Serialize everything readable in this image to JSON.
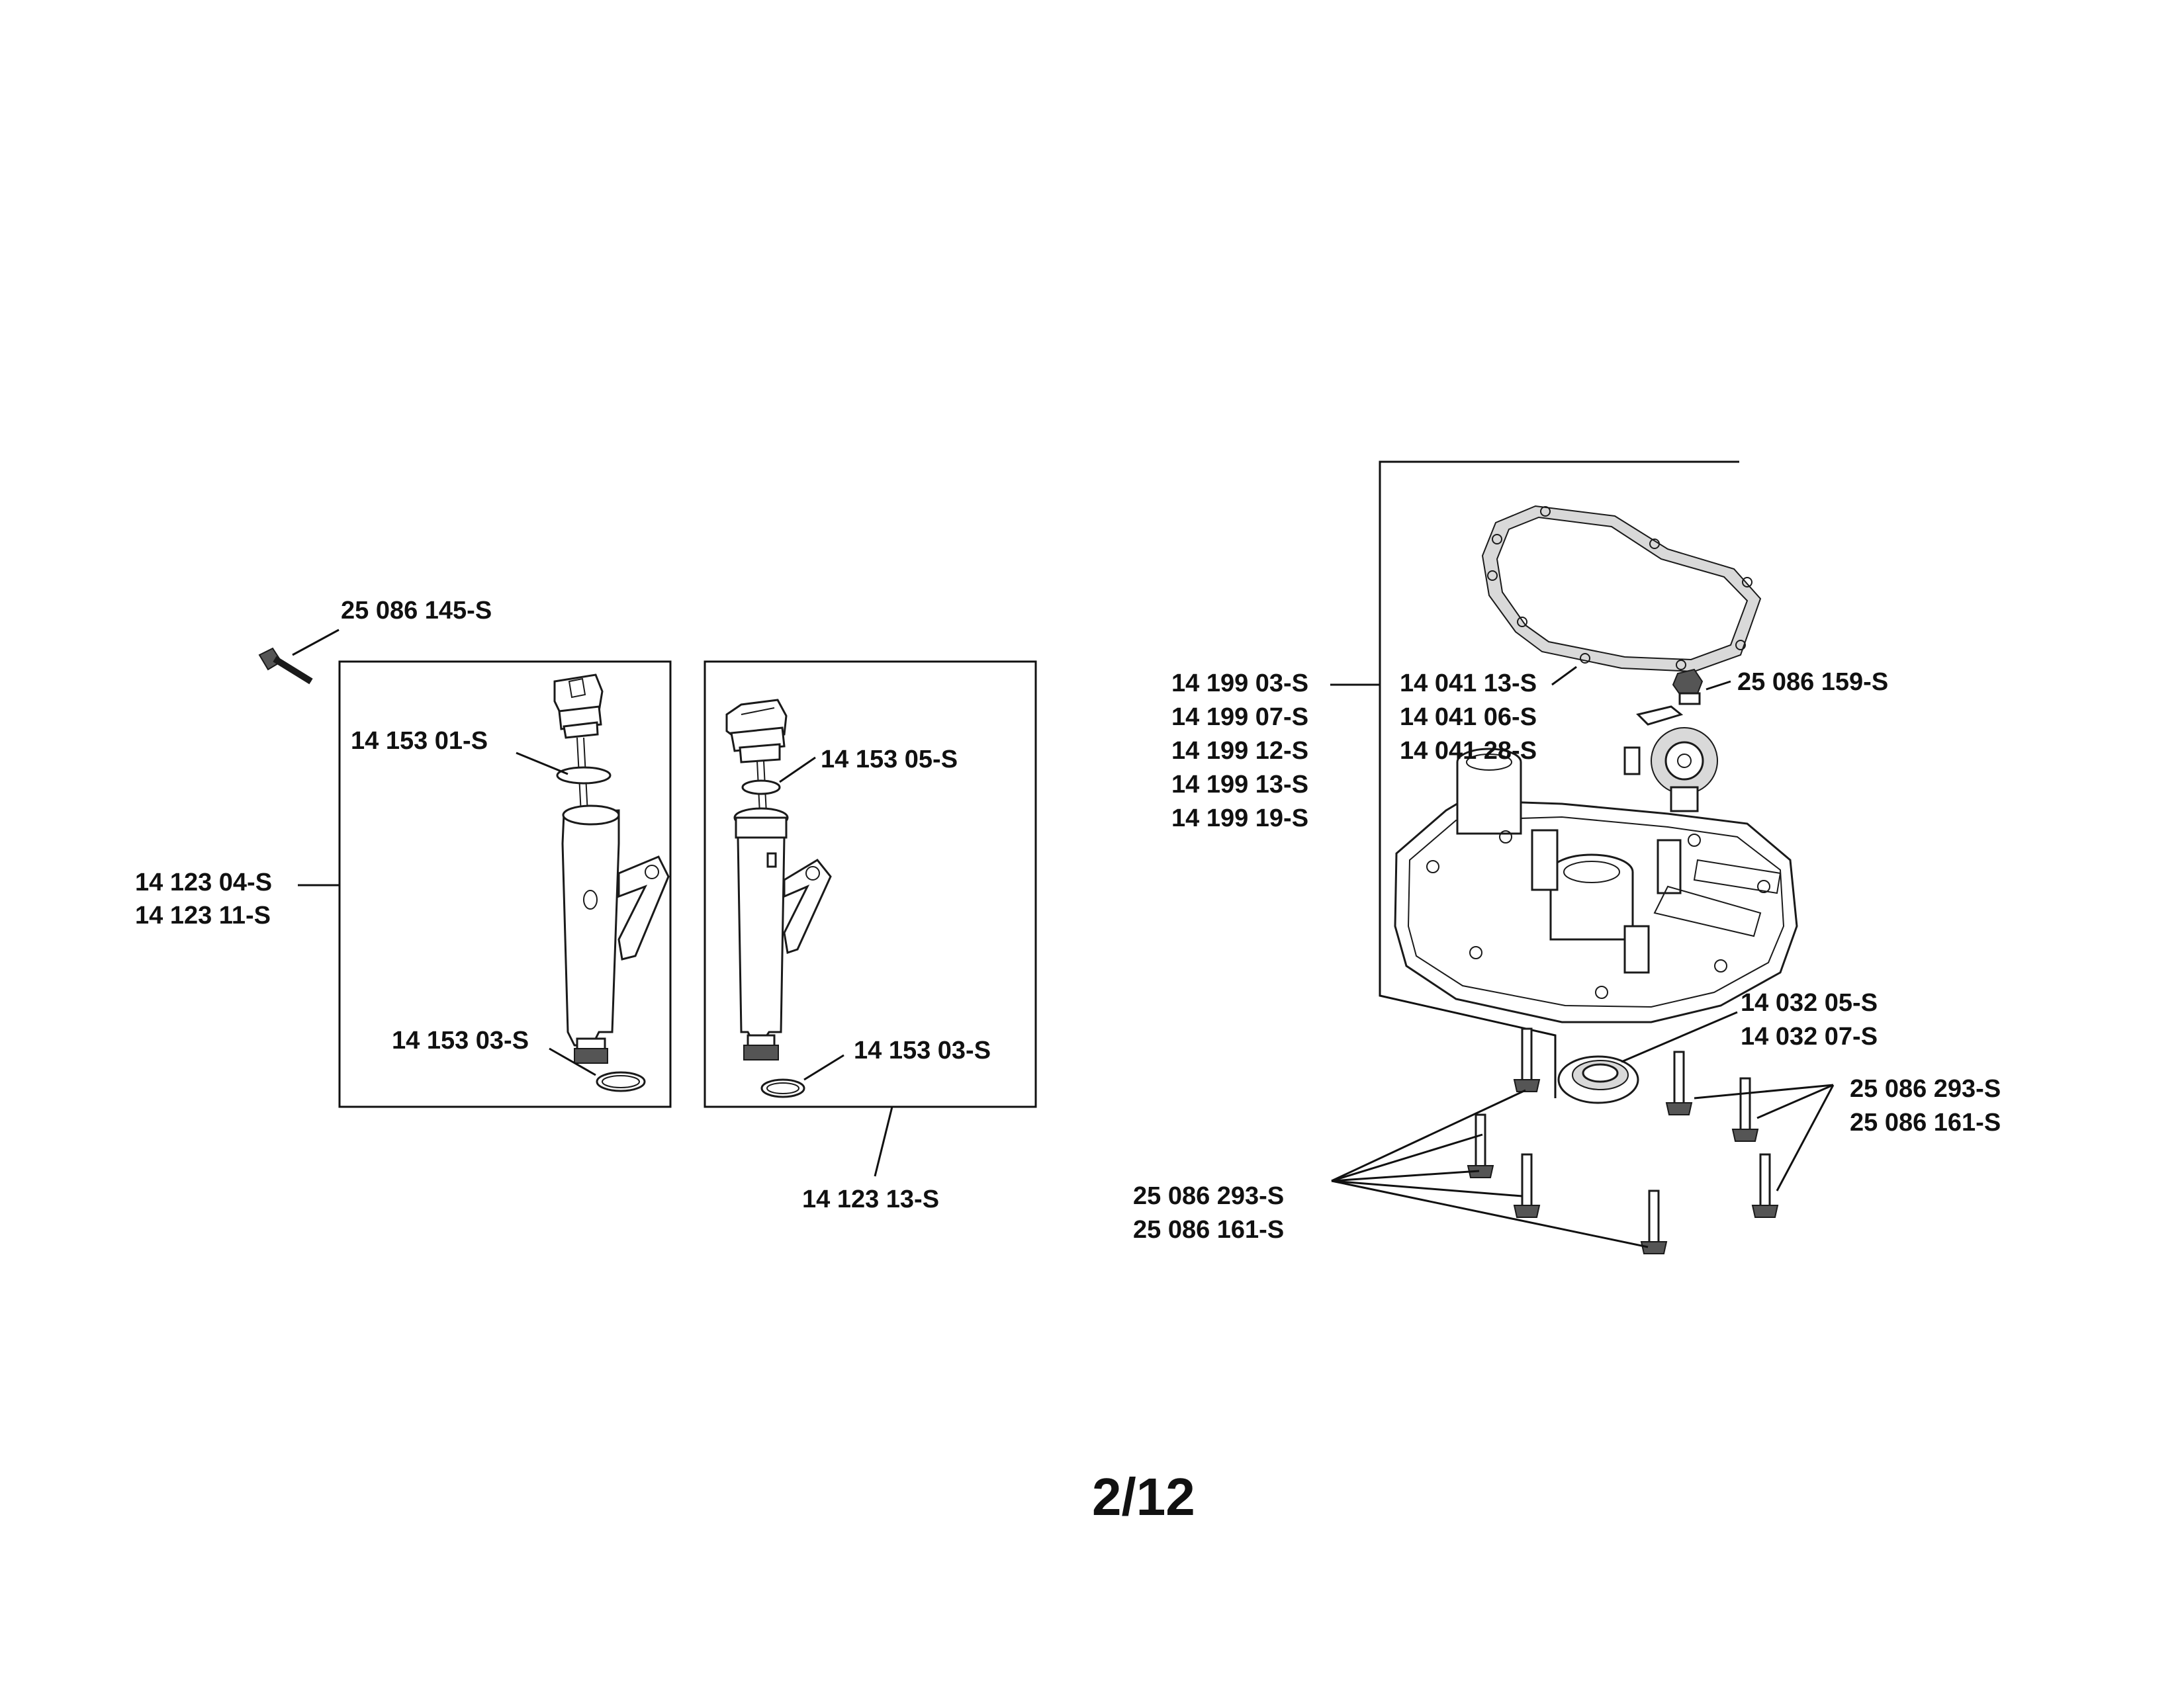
{
  "labels": {
    "bolt_top": "25 086 145-S",
    "oring_a": "14 153 01-S",
    "tube_a_1": "14 123 04-S",
    "tube_a_2": "14 123 11-S",
    "oring_bottom_a": "14 153 03-S",
    "oring_b": "14 153 05-S",
    "oring_bottom_b": "14 153 03-S",
    "tube_b": "14 123 13-S",
    "crankcase_1": "14 199 03-S",
    "crankcase_2": "14 199 07-S",
    "crankcase_3": "14 199 12-S",
    "crankcase_4": "14 199 13-S",
    "crankcase_5": "14 199 19-S",
    "gasket_1": "14 041 13-S",
    "gasket_2": "14 041 06-S",
    "gasket_3": "14 041 28-S",
    "nut": "25 086 159-S",
    "seal_1": "14 032 05-S",
    "seal_2": "14 032 07-S",
    "screws_right_1": "25 086 293-S",
    "screws_right_2": "25 086 161-S",
    "screws_left_1": "25 086 293-S",
    "screws_left_2": "25 086 161-S"
  },
  "page_number": "2/12"
}
